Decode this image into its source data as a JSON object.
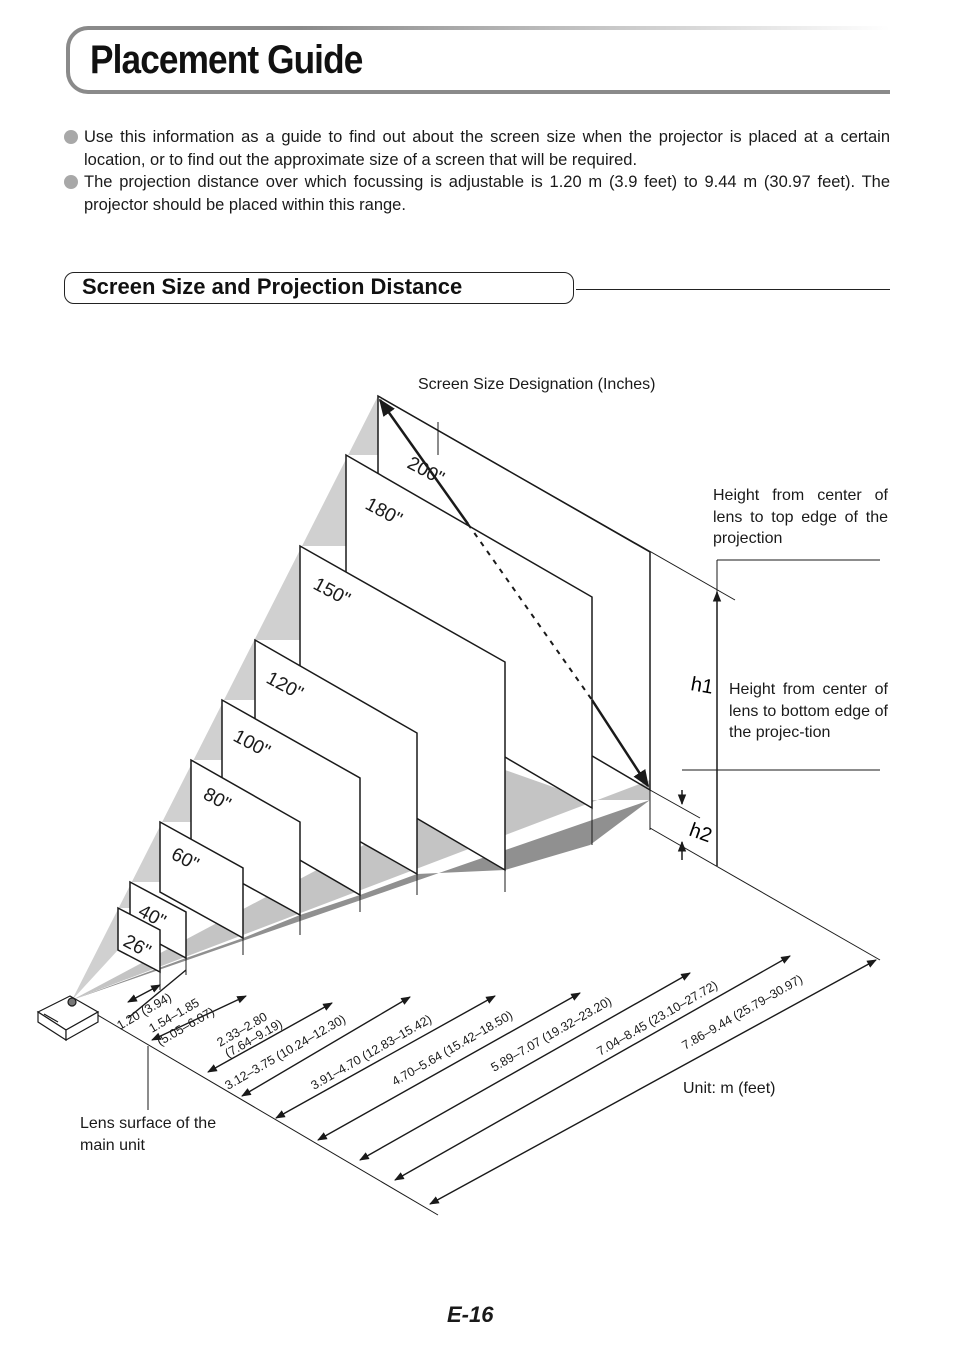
{
  "page": {
    "title": "Placement Guide",
    "intro": [
      "Use this information as a guide to find out about the screen size when the projector is placed at a certain location, or to find out the approximate size of a screen that will be required.",
      "The projection distance over which focussing is adjustable is 1.20 m (3.9 feet) to 9.44 m (30.97 feet). The projector should be placed within this range."
    ],
    "section_title": "Screen Size and Projection Distance",
    "page_number": "E-16"
  },
  "diagram": {
    "screen_size_label": "Screen Size Designation (Inches)",
    "top_height_label": "Height from center of lens to top edge of the projection",
    "bottom_height_label": "Height from center of lens to bottom edge of the projec-tion",
    "h1": "h1",
    "h2": "h2",
    "unit_label": "Unit: m (feet)",
    "lens_label": "Lens surface of the main unit",
    "screens": [
      "26\"",
      "40\"",
      "60\"",
      "80\"",
      "100\"",
      "120\"",
      "150\"",
      "180\"",
      "200\""
    ],
    "distances": [
      "1.20 (3.94)",
      "1.54–1.85",
      "(5.05–6.07)",
      "2.33–2.80",
      "(7.64–9.19)",
      "3.12–3.75 (10.24–12.30)",
      "3.91–4.70 (12.83–15.42)",
      "4.70–5.64 (15.42–18.50)",
      "5.89–7.07 (19.32–23.20)",
      "7.04–8.45 (23.10–27.72)",
      "7.86–9.44 (25.79–30.97)"
    ]
  },
  "colors": {
    "ink": "#1a1a1a",
    "frame": "#8a8a8a",
    "bullet": "#a8a8a8",
    "beam": "#cfcfcf",
    "shadow": "#9a9a9a"
  }
}
